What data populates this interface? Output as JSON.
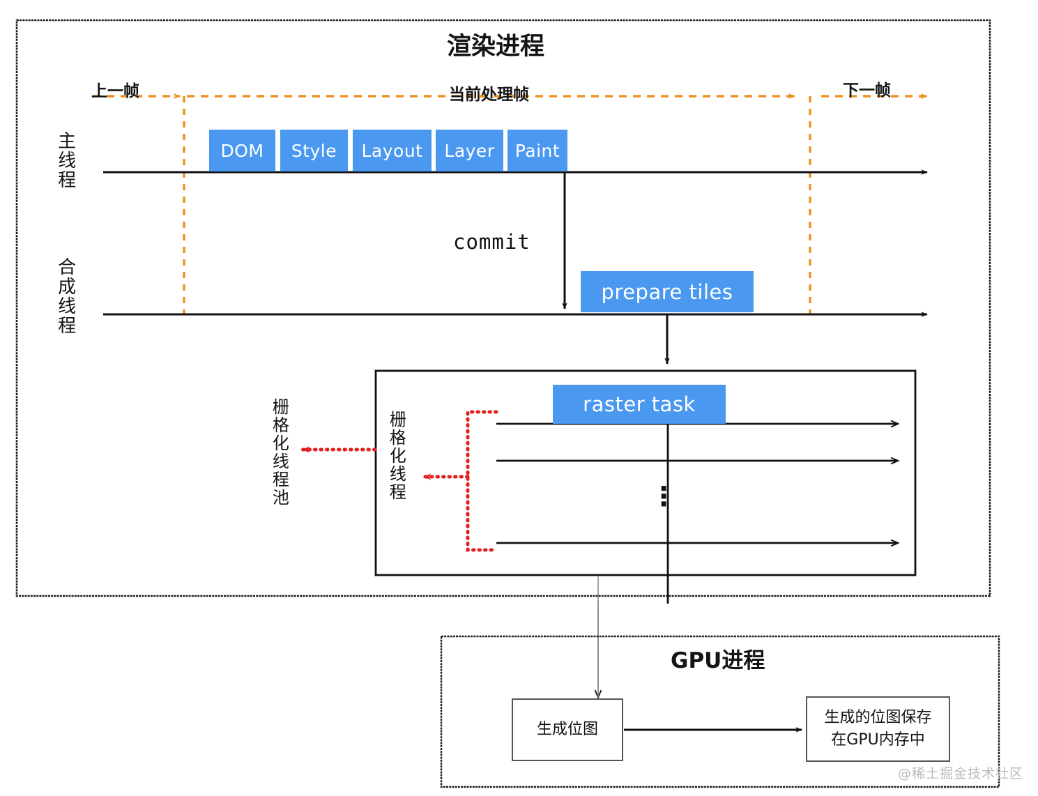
{
  "diagram": {
    "title": "渲染进程",
    "watermark": "@稀土掘金技术社区"
  },
  "timeline": {
    "prev_frame_label": "上一帧",
    "current_frame_label": "当前处理帧",
    "next_frame_label": "下一帧"
  },
  "threads": {
    "main_thread_label": "主线程",
    "compositor_thread_label": "合成线程",
    "raster_thread_pool_label": "栅格化线程池",
    "raster_thread_label": "栅格化线程"
  },
  "pipeline": {
    "stages": [
      {
        "label": "DOM"
      },
      {
        "label": "Style"
      },
      {
        "label": "Layout"
      },
      {
        "label": "Layer"
      },
      {
        "label": "Paint"
      }
    ]
  },
  "flow": {
    "commit_label": "commit",
    "prepare_tiles_label": "prepare tiles",
    "raster_task_label": "raster task",
    "ellipsis": "⋮"
  },
  "gpu": {
    "title": "GPU进程",
    "generate_bitmap_label": "生成位图",
    "store_bitmap_line1": "生成的位图保存",
    "store_bitmap_line2": "在GPU内存中"
  },
  "colors": {
    "accent_blue": "#4a98f0",
    "dashed_orange": "#ed9122",
    "dotted_red": "#e32020",
    "stroke_black": "#111111"
  }
}
